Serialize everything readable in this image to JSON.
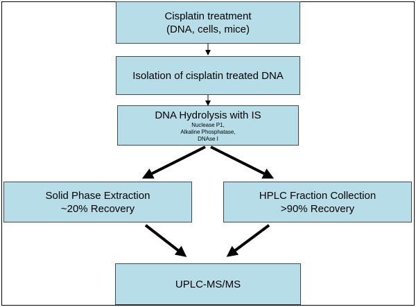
{
  "diagram": {
    "steps": {
      "treatment": {
        "line1": "Cisplatin treatment",
        "line2": "(DNA, cells, mice)"
      },
      "isolation": {
        "label": "Isolation of cisplatin treated DNA"
      },
      "hydrolysis": {
        "title": "DNA Hydrolysis with IS",
        "enzymes": [
          "Nuclease P1,",
          "Alkaline Phosphatase,",
          "DNAse I"
        ]
      },
      "spe": {
        "line1": "Solid Phase Extraction",
        "line2": "~20% Recovery"
      },
      "hplc": {
        "line1": "HPLC Fraction Collection",
        "line2": ">90% Recovery"
      },
      "uplc": {
        "label": "UPLC-MS/MS"
      }
    }
  }
}
